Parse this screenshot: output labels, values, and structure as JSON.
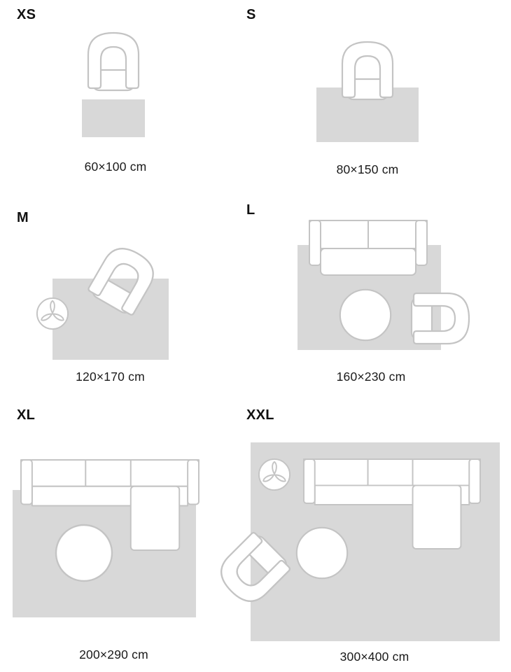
{
  "colors": {
    "background": "#ffffff",
    "rug_fill": "#d8d8d8",
    "furniture_stroke": "#c4c4c4",
    "label_text": "#111111",
    "caption_text": "#1a1a1a"
  },
  "icons": {
    "armchair-icon": "top-view armchair outline",
    "sofa-icon": "top-view two-cushion sofa outline",
    "sectional-sofa-icon": "top-view corner sofa with chaise outline",
    "coffee-table-icon": "circle table outline",
    "plant-icon": "circle pot with three leaves"
  },
  "sections": [
    {
      "id": "xs",
      "label": "XS",
      "caption": "60×100 cm",
      "furniture": [
        "armchair-icon",
        "rug"
      ]
    },
    {
      "id": "s",
      "label": "S",
      "caption": "80×150 cm",
      "furniture": [
        "armchair-icon",
        "rug"
      ]
    },
    {
      "id": "m",
      "label": "M",
      "caption": "120×170 cm",
      "furniture": [
        "plant-icon",
        "armchair-icon",
        "rug"
      ]
    },
    {
      "id": "l",
      "label": "L",
      "caption": "160×230 cm",
      "furniture": [
        "sofa-icon",
        "coffee-table-icon",
        "armchair-icon",
        "rug"
      ]
    },
    {
      "id": "xl",
      "label": "XL",
      "caption": "200×290 cm",
      "furniture": [
        "sectional-sofa-icon",
        "coffee-table-icon",
        "rug"
      ]
    },
    {
      "id": "xxl",
      "label": "XXL",
      "caption": "300×400 cm",
      "furniture": [
        "plant-icon",
        "sectional-sofa-icon",
        "coffee-table-icon",
        "armchair-icon",
        "rug"
      ]
    }
  ]
}
